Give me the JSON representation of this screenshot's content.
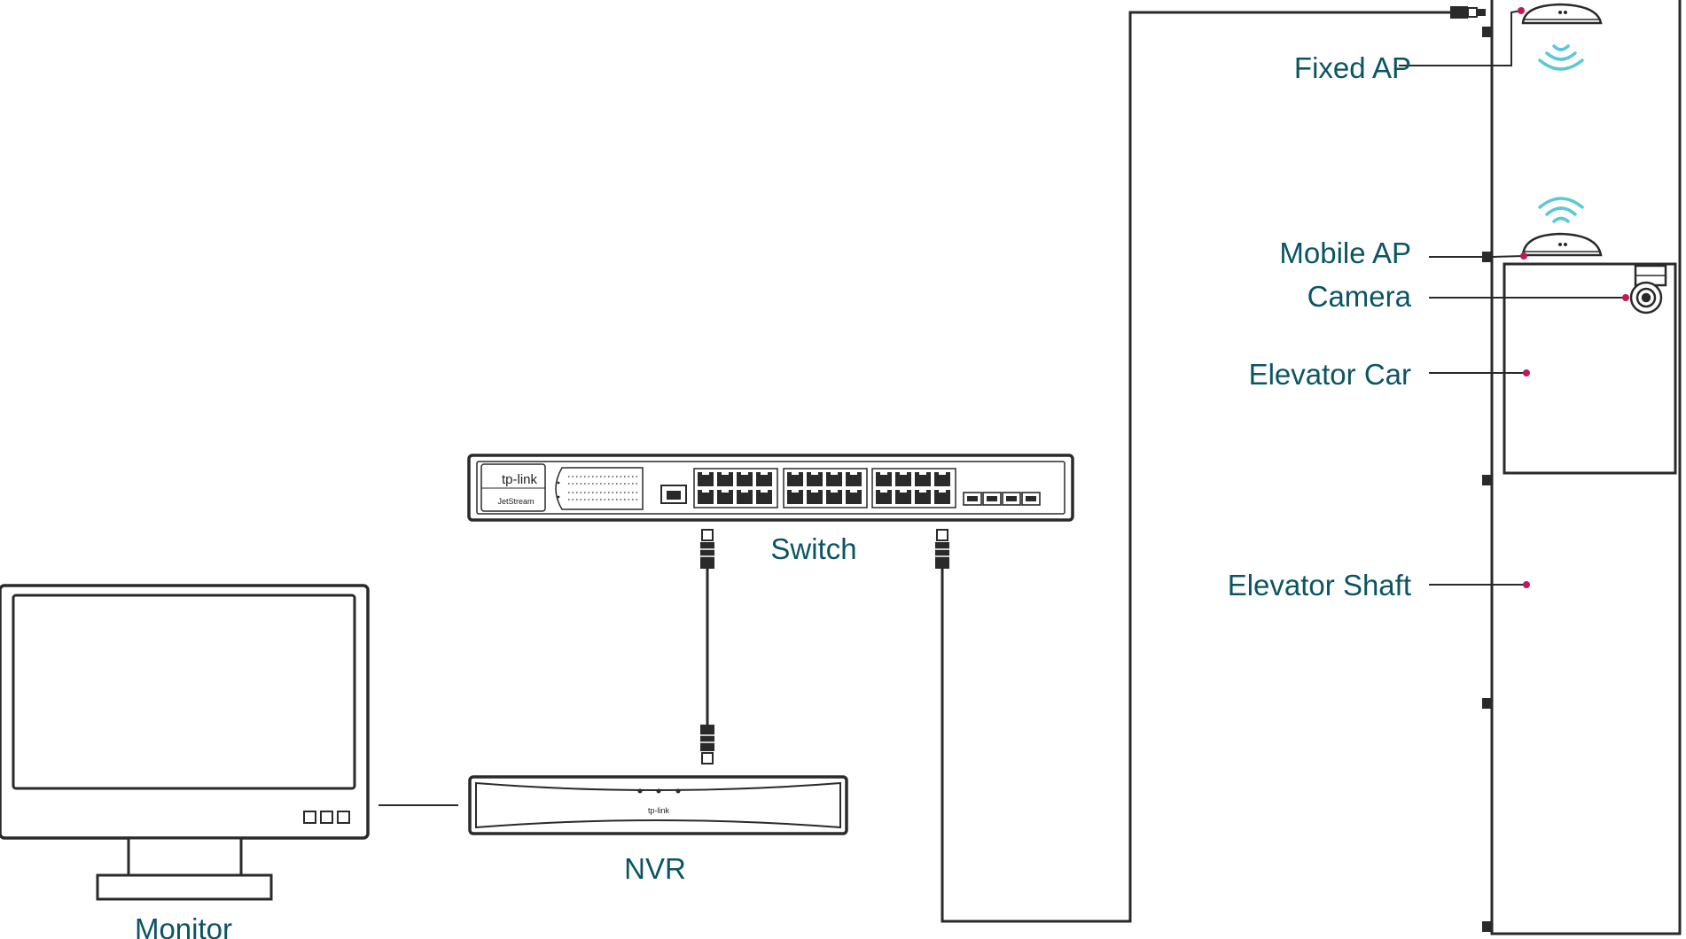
{
  "colors": {
    "label": "#0b5563",
    "outline": "#2a2a2a",
    "accent_dot": "#c2185b",
    "wifi": "#5bc8d6"
  },
  "switch": {
    "label": "Switch",
    "brand": "tp-link",
    "series": "JetStream"
  },
  "nvr": {
    "label": "NVR",
    "brand": "tp-link"
  },
  "monitor": {
    "label": "Monitor"
  },
  "elevator": {
    "fixed_ap_label": "Fixed AP",
    "mobile_ap_label": "Mobile AP",
    "camera_label": "Camera",
    "car_label": "Elevator Car",
    "shaft_label": "Elevator Shaft"
  },
  "icons": [
    "wifi-icon",
    "ethernet-connector-icon",
    "access-point-icon",
    "camera-icon",
    "switch-icon",
    "nvr-icon",
    "monitor-icon"
  ]
}
